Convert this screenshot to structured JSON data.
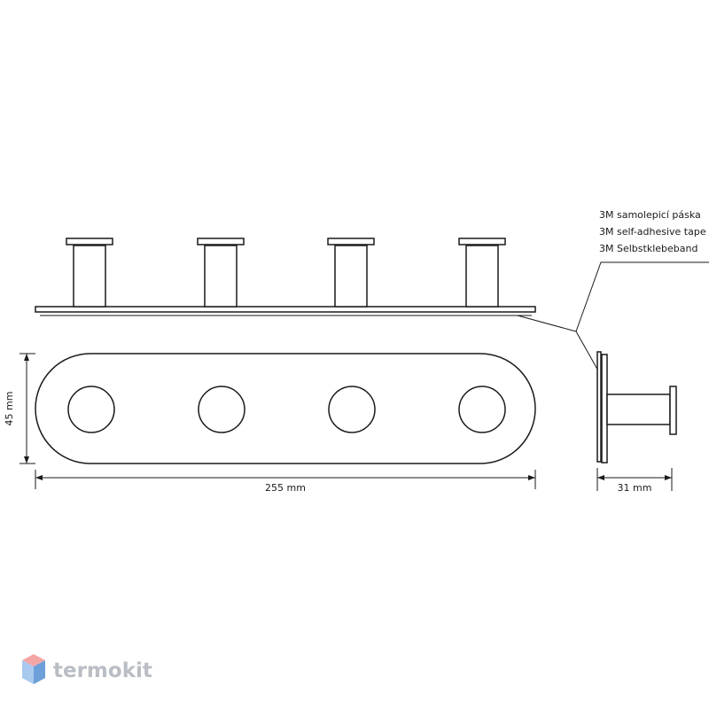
{
  "tape_label": {
    "line_cz": "3M samolepicí páska",
    "line_en": "3M self-adhesive tape",
    "line_de": "3M Selbstklebeband"
  },
  "dimensions": {
    "width": "255 mm",
    "height": "45 mm",
    "depth": "31 mm"
  },
  "brand": {
    "name": "termokit",
    "colors": {
      "top": "#f4a6a6",
      "left": "#a9c9ee",
      "right": "#6d9fd9",
      "text": "#b9bec4"
    }
  }
}
